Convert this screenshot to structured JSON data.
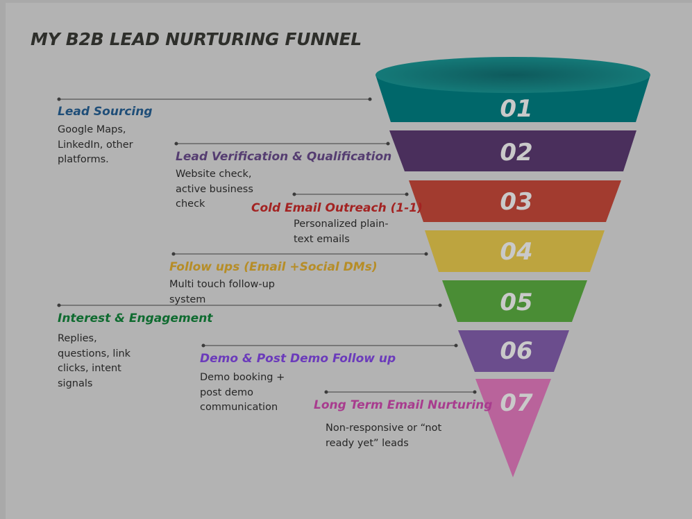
{
  "title": "MY B2B LEAD NURTURING FUNNEL",
  "stages": [
    {
      "number": "01",
      "label": "Lead Sourcing",
      "description": "Google Maps,\nLinkedIn, other\nplatforms.",
      "color": "#00676a",
      "label_color": "#1f4e78"
    },
    {
      "number": "02",
      "label": "Lead Verification & Qualification",
      "description": "Website check,\nactive business\ncheck",
      "color": "#4a2f5c",
      "label_color": "#553d71"
    },
    {
      "number": "03",
      "label": "Cold Email Outreach (1-1)",
      "description": "Personalized plain-\ntext emails",
      "color": "#a23b2f",
      "label_color": "#a32322"
    },
    {
      "number": "04",
      "label": "Follow ups (Email +Social DMs)",
      "description": "Multi touch follow-up\nsystem",
      "color": "#bda43f",
      "label_color": "#b68d27"
    },
    {
      "number": "05",
      "label": "Interest & Engagement",
      "description": "Replies,\nquestions, link\nclicks, intent\nsignals",
      "color": "#4a8d35",
      "label_color": "#0f6b30"
    },
    {
      "number": "06",
      "label": "Demo & Post Demo Follow up",
      "description": "Demo booking +\npost demo\ncommunication",
      "color": "#6b4d8d",
      "label_color": "#6b3bbb"
    },
    {
      "number": "07",
      "label": "Long Term Email Nurturing",
      "description": "Non-responsive or “not\nready yet” leads",
      "color": "#b9639b",
      "label_color": "#a83c8e"
    }
  ]
}
